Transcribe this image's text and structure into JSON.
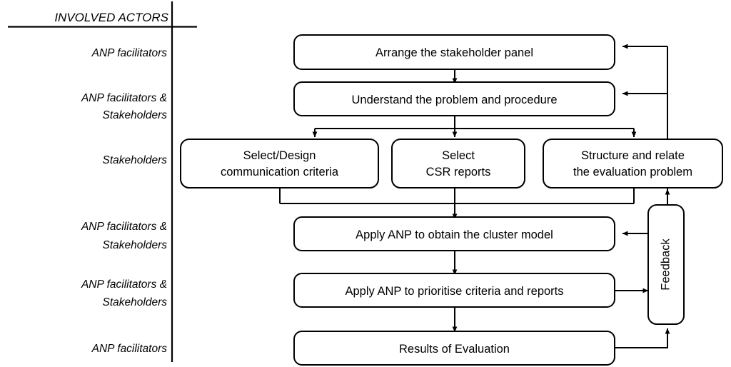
{
  "actors_column": {
    "header": "INVOLVED ACTORS",
    "items": [
      {
        "id": "row-1",
        "lines": [
          "ANP facilitators"
        ]
      },
      {
        "id": "row-2",
        "lines": [
          "ANP facilitators &",
          "Stakeholders"
        ]
      },
      {
        "id": "row-3",
        "lines": [
          "Stakeholders"
        ]
      },
      {
        "id": "row-4",
        "lines": [
          "ANP facilitators &",
          "Stakeholders"
        ]
      },
      {
        "id": "row-5",
        "lines": [
          "ANP facilitators &",
          "Stakeholders"
        ]
      },
      {
        "id": "row-6",
        "lines": [
          "ANP facilitators"
        ]
      }
    ]
  },
  "flow": {
    "nodes": [
      {
        "id": "arrange-panel",
        "lines": [
          "Arrange the stakeholder panel"
        ]
      },
      {
        "id": "understand-problem",
        "lines": [
          "Understand the problem and procedure"
        ]
      },
      {
        "id": "select-design-criteria",
        "lines": [
          "Select/Design",
          "communication criteria"
        ]
      },
      {
        "id": "select-csr-reports",
        "lines": [
          "Select",
          "CSR reports"
        ]
      },
      {
        "id": "structure-relate",
        "lines": [
          "Structure and relate",
          "the evaluation problem"
        ]
      },
      {
        "id": "apply-anp-cluster",
        "lines": [
          "Apply ANP to obtain the cluster model"
        ]
      },
      {
        "id": "apply-anp-prioritise",
        "lines": [
          "Apply ANP to prioritise criteria and reports"
        ]
      },
      {
        "id": "results-evaluation",
        "lines": [
          "Results of Evaluation"
        ]
      }
    ],
    "feedback": {
      "id": "feedback",
      "label": "Feedback"
    }
  },
  "colors": {
    "stroke": "#000000",
    "fill": "#ffffff",
    "background": "#ffffff"
  }
}
